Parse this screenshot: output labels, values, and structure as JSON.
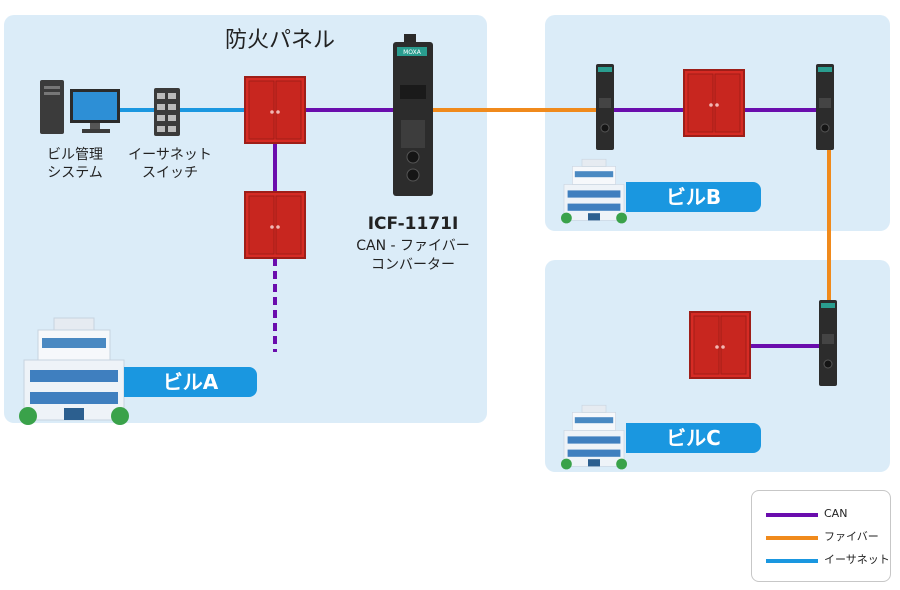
{
  "title": "防火パネル",
  "device": {
    "model": "ICF-1171I",
    "desc_line1": "CAN - ファイバー",
    "desc_line2": "コンバーター",
    "brand": "MOXA"
  },
  "pc": {
    "line1": "ビル管理",
    "line2": "システム"
  },
  "switch": {
    "line1": "イーサネット",
    "line2": "スイッチ"
  },
  "buildings": {
    "a": "ビルA",
    "b": "ビルB",
    "c": "ビルC"
  },
  "legend": {
    "can": "CAN",
    "fiber": "ファイバー",
    "ethernet": "イーサネット"
  },
  "colors": {
    "can": "#6a0dad",
    "fiber": "#f08a1c",
    "ethernet": "#1a97e0",
    "panel": "#d62b24",
    "zone": "#dbecf8",
    "badge": "#1a97e0"
  }
}
